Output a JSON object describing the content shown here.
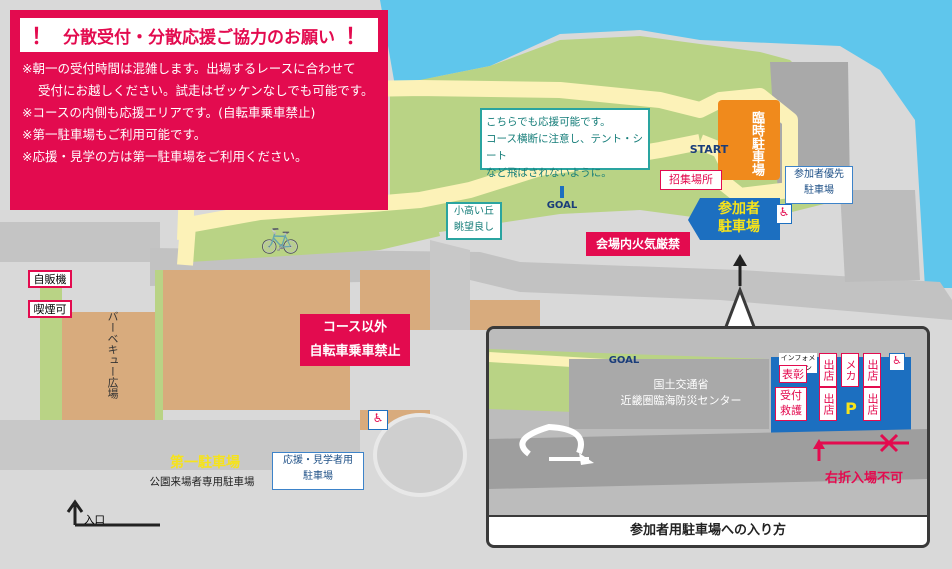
{
  "notice": {
    "title": "分散受付・分散応援ご協力のお願い",
    "exclaim": "！",
    "lines": [
      "※朝一の受付時間は混雑します。出場するレースに合わせて",
      "受付にお越しください。試走はゼッケンなしでも可能です。",
      "※コースの内側も応援エリアです。(自転車乗車禁止)",
      "※第一駐車場もご利用可能です。",
      "※応援・見学の方は第一駐車場をご利用ください。"
    ]
  },
  "map": {
    "cheer_note": [
      "こちらでも応援可能です。",
      "コース横断に注意し、テント・シート",
      "など飛ばされないように。"
    ],
    "start": "START",
    "goal": "GOAL",
    "temp_parking": "臨時駐車場",
    "gathering": "招集場所",
    "participant_priority": [
      "参加者優先",
      "駐車場"
    ],
    "participant_parking": [
      "参加者",
      "駐車場"
    ],
    "hill": [
      "小高い丘",
      "眺望良し"
    ],
    "no_fire": "会場内火気厳禁",
    "no_riding": [
      "コース以外",
      "自転車乗車禁止"
    ],
    "vending": "自販機",
    "smoking": "喫煙可",
    "bbq": "バーベキュー広場",
    "first_parking": "第一駐車場",
    "first_parking_sub": "公園来場者専用駐車場",
    "cheer_parking": [
      "応援・見学者用",
      "駐車場"
    ],
    "entrance": "入口"
  },
  "inset": {
    "caption": "参加者用駐車場への入り方",
    "goal": "GOAL",
    "facility": [
      "国土交通省",
      "近畿圏臨海防災センター"
    ],
    "no_right_turn": "右折入場不可",
    "booth_small": "インフォメーション",
    "booths": [
      "表彰",
      "出店",
      "メカ",
      "出店",
      "受付",
      "救護",
      "出店",
      "出店"
    ],
    "parking_mark": "P"
  },
  "colors": {
    "accent": "#e30b4f",
    "road": "#fcf2b8",
    "grass": "#b9d385",
    "sea": "#5fc6ec",
    "blue": "#1c6fc0",
    "orange": "#f08a1c"
  }
}
